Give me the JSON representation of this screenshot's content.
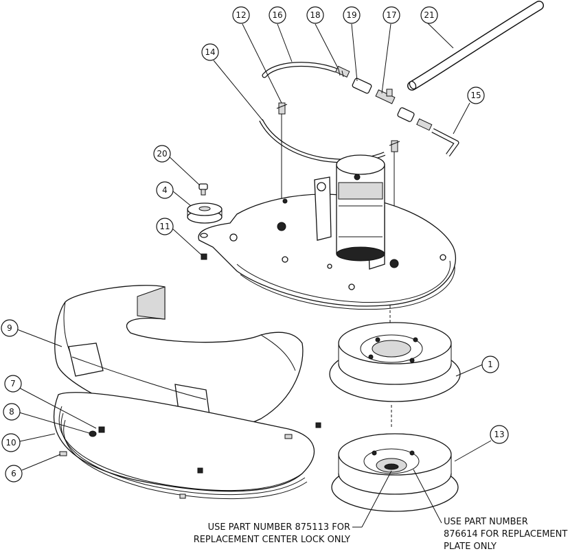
{
  "callouts": [
    {
      "id": "c1",
      "label": "1"
    },
    {
      "id": "c4",
      "label": "4"
    },
    {
      "id": "c6",
      "label": "6"
    },
    {
      "id": "c7",
      "label": "7"
    },
    {
      "id": "c8",
      "label": "8"
    },
    {
      "id": "c9",
      "label": "9"
    },
    {
      "id": "c10",
      "label": "10"
    },
    {
      "id": "c11",
      "label": "11"
    },
    {
      "id": "c12",
      "label": "12"
    },
    {
      "id": "c13",
      "label": "13"
    },
    {
      "id": "c14",
      "label": "14"
    },
    {
      "id": "c15",
      "label": "15"
    },
    {
      "id": "c16",
      "label": "16"
    },
    {
      "id": "c17",
      "label": "17"
    },
    {
      "id": "c18",
      "label": "18"
    },
    {
      "id": "c19",
      "label": "19"
    },
    {
      "id": "c20",
      "label": "20"
    },
    {
      "id": "c21",
      "label": "21"
    }
  ],
  "notes": {
    "center_lock": "USE PART NUMBER 875113 FOR\nREPLACEMENT CENTER LOCK ONLY",
    "plate": "USE PART NUMBER\n876614 FOR REPLACEMENT\nPLATE ONLY"
  }
}
